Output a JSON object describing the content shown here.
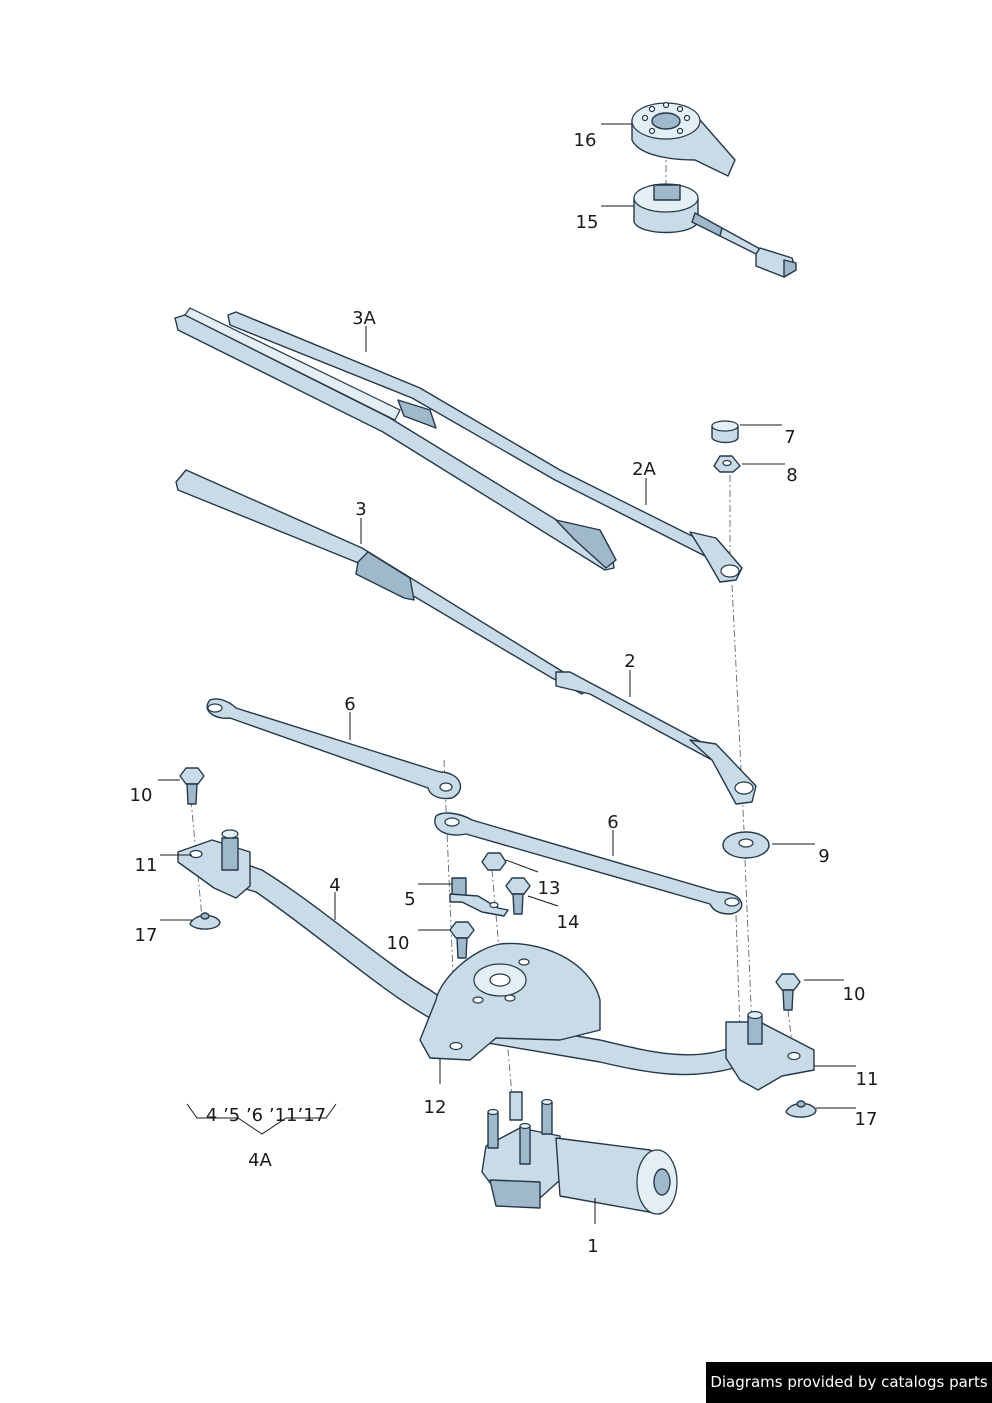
{
  "labels": {
    "p16": "16",
    "p15": "15",
    "p3a": "3A",
    "p7": "7",
    "p8": "8",
    "p2a": "2A",
    "p3": "3",
    "p2": "2",
    "p6a": "6",
    "p10a": "10",
    "p11a": "11",
    "p6b": "6",
    "p9": "9",
    "p13": "13",
    "p4": "4",
    "p5": "5",
    "p14": "14",
    "p17a": "17",
    "p10b": "10",
    "p10c": "10",
    "p11b": "11",
    "p12": "12",
    "p17b": "17",
    "p1": "1",
    "kit_members": "4 ’5 ’6 ’11’17",
    "kit": "4A"
  },
  "footer": "Diagrams provided by catalogs parts"
}
